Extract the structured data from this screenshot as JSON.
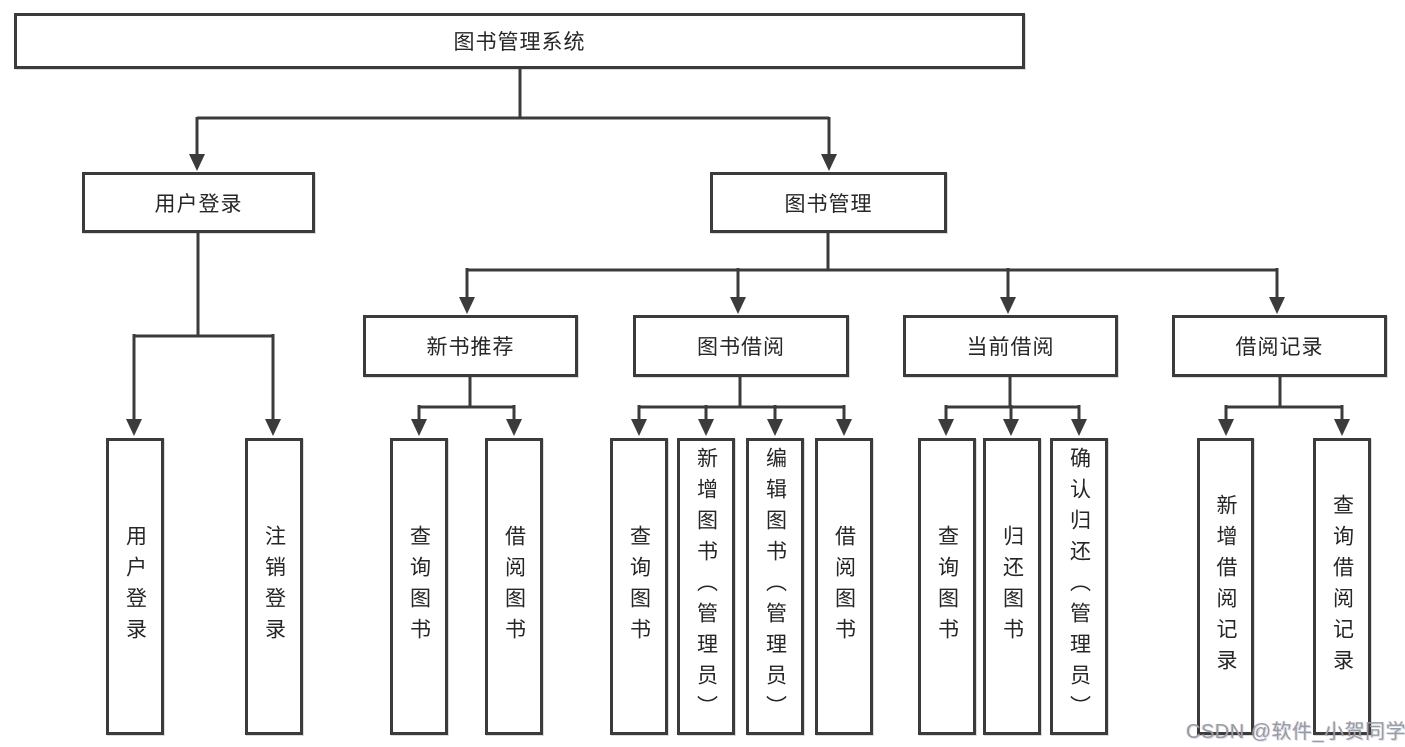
{
  "diagram": {
    "title": "图书管理系统",
    "level2": {
      "user_login": "用户登录",
      "book_mgmt": "图书管理"
    },
    "level3": {
      "new_books": "新书推荐",
      "book_borrow": "图书借阅",
      "current_borrow": "当前借阅",
      "borrow_records": "借阅记录"
    },
    "leaves": {
      "user_login": [
        "用户登录",
        "注销登录"
      ],
      "new_books": [
        "查询图书",
        "借阅图书"
      ],
      "book_borrow": [
        "查询图书",
        "新增图书（管理员）",
        "编辑图书（管理员）",
        "借阅图书"
      ],
      "current_borrow": [
        "查询图书",
        "归还图书",
        "确认归还（管理员）"
      ],
      "borrow_records": [
        "新增借阅记录",
        "查询借阅记录"
      ]
    }
  },
  "watermark": "CSDN @软件_小贺同学",
  "colors": {
    "line": "#3b3b3b",
    "box_border": "#3b3b3b",
    "text": "#262626",
    "watermark_text": "#9b9ba1",
    "background": "#ffffff"
  }
}
